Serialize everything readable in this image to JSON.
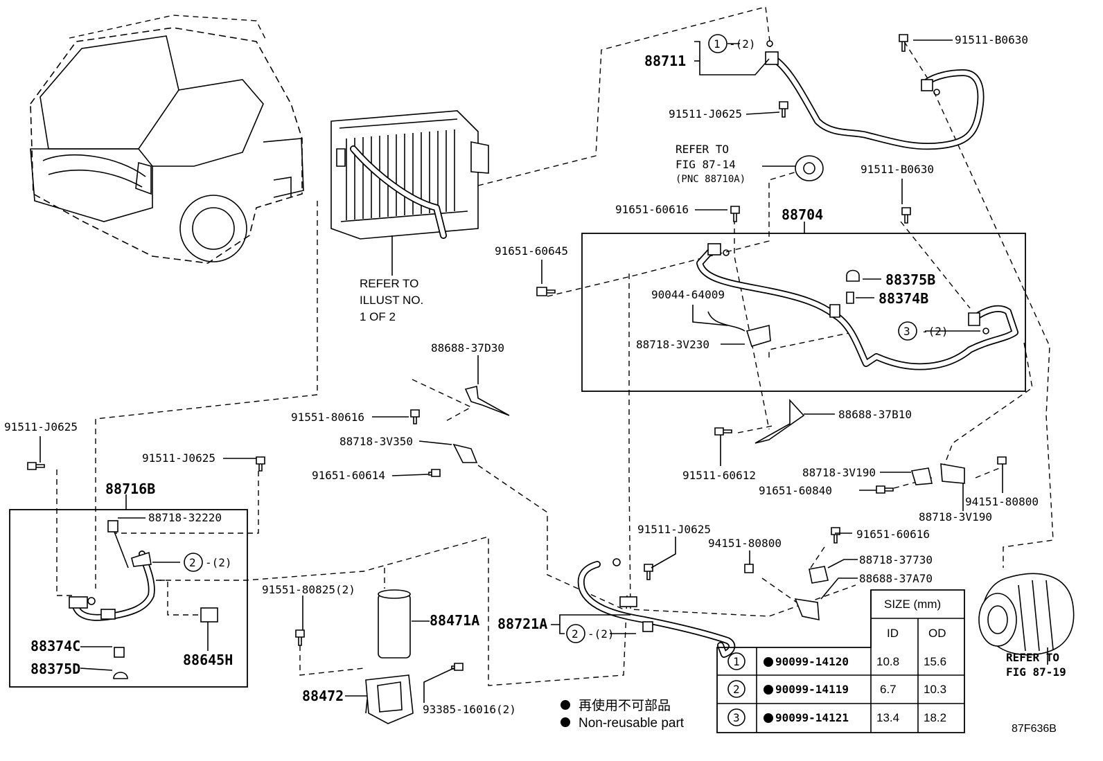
{
  "labels": {
    "l_88711": "88711",
    "l_88711_ring": "1",
    "l_88711_qty": "-(2)",
    "l_91511_b0630_top": "91511-B0630",
    "l_91511_j0625_top": "91511-J0625",
    "l_refer_87_14_a": "REFER TO",
    "l_refer_87_14_b": "FIG 87-14",
    "l_refer_87_14_c": "(PNC 88710A)",
    "l_91511_b0630_mid": "91511-B0630",
    "l_91651_60616_top": "91651-60616",
    "l_88704": "88704",
    "l_91651_60645": "91651-60645",
    "l_88375b": "88375B",
    "l_88374b": "88374B",
    "l_90044_64009": "90044-64009",
    "l_88718_3v230": "88718-3V230",
    "l_ring3": "3",
    "l_ring3_qty": "-(2)",
    "l_refer_illust_a": "REFER TO",
    "l_refer_illust_b": "ILLUST NO.",
    "l_refer_illust_c": "1 OF 2",
    "l_88688_37d30": "88688-37D30",
    "l_91551_80616": "91551-80616",
    "l_88718_3v350": "88718-3V350",
    "l_91651_60614": "91651-60614",
    "l_88688_37b10": "88688-37B10",
    "l_91511_60612": "91511-60612",
    "l_88718_3v190_a": "88718-3V190",
    "l_91651_60840": "91651-60840",
    "l_94151_80800_r": "94151-80800",
    "l_88718_3v190_b": "88718-3V190",
    "l_91511_j0625_left": "91511-J0625",
    "l_91511_j0625_mid": "91511-J0625",
    "l_88716b": "88716B",
    "l_88718_32220": "88718-32220",
    "l_ring2_left": "2",
    "l_ring2_left_qty": "-(2)",
    "l_88374c": "88374C",
    "l_88375d": "88375D",
    "l_88645h": "88645H",
    "l_91551_80825": "91551-80825(2)",
    "l_88471a": "88471A",
    "l_88472": "88472",
    "l_93385_16016": "93385-16016(2)",
    "l_91511_j0625_low": "91511-J0625",
    "l_94151_80800_mid": "94151-80800",
    "l_91651_60616_low": "91651-60616",
    "l_88718_37730": "88718-37730",
    "l_88688_37a70": "88688-37A70",
    "l_88721a": "88721A",
    "l_ring2_low": "2",
    "l_ring2_low_qty": "-(2)",
    "l_refer_87_19_a": "REFER TO",
    "l_refer_87_19_b": "FIG 87-19",
    "l_code": "87F636B"
  },
  "legend": {
    "jp": "再使用不可部品",
    "en": "Non-reusable part"
  },
  "size_table": {
    "header": "SIZE (mm)",
    "col_id": "ID",
    "col_od": "OD",
    "rows": [
      {
        "no": "1",
        "part": "90099-14120",
        "id": "10.8",
        "od": "15.6"
      },
      {
        "no": "2",
        "part": "90099-14119",
        "id": "6.7",
        "od": "10.3"
      },
      {
        "no": "3",
        "part": "90099-14121",
        "id": "13.4",
        "od": "18.2"
      }
    ]
  }
}
